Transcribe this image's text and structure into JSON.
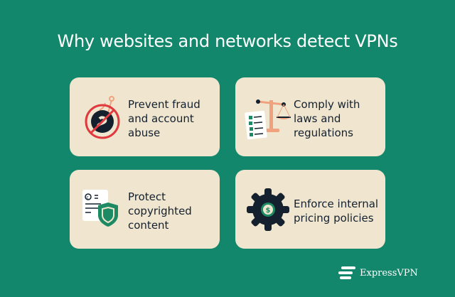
{
  "title": "Why websites and networks detect VPNs",
  "cards": [
    {
      "label": "Prevent fraud and account abuse",
      "icon": "no-fraud-hook-icon"
    },
    {
      "label": "Comply with laws and regulations",
      "icon": "scales-checklist-icon"
    },
    {
      "label": "Protect copyrighted content",
      "icon": "copyright-shield-icon"
    },
    {
      "label": "Enforce internal pricing policies",
      "icon": "gear-dollar-icon"
    }
  ],
  "brand": {
    "name": "ExpressVPN"
  },
  "colors": {
    "background": "#13876c",
    "card": "#f0e6d0",
    "text_dark": "#14202e",
    "red": "#e0393e",
    "peach": "#f0a27e",
    "green": "#1e8a63"
  }
}
